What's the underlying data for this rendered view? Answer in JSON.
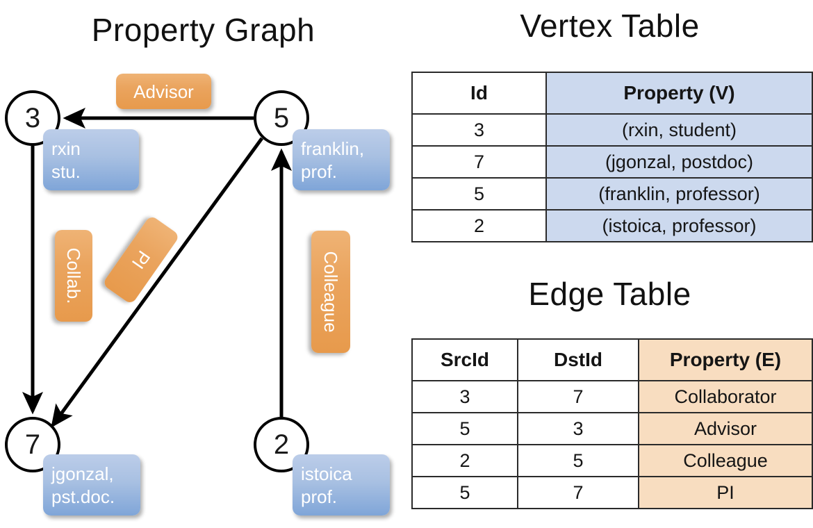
{
  "graph": {
    "title": "Property Graph",
    "nodes": [
      {
        "id": "3",
        "name": "node-3",
        "property_lines": [
          "rxin",
          "stu."
        ]
      },
      {
        "id": "5",
        "name": "node-5",
        "property_lines": [
          "franklin,",
          "prof."
        ]
      },
      {
        "id": "7",
        "name": "node-7",
        "property_lines": [
          "jgonzal,",
          "pst.doc."
        ]
      },
      {
        "id": "2",
        "name": "node-2",
        "property_lines": [
          "istoica",
          "prof."
        ]
      }
    ],
    "edge_labels": [
      {
        "name": "advisor",
        "label": "Advisor",
        "from": "5",
        "to": "3"
      },
      {
        "name": "collab",
        "label": "Collab.",
        "from": "3",
        "to": "7"
      },
      {
        "name": "pi",
        "label": "PI",
        "from": "5",
        "to": "7"
      },
      {
        "name": "colleague",
        "label": "Colleague",
        "from": "2",
        "to": "5"
      }
    ],
    "colors": {
      "node_stroke": "#000000",
      "node_fill": "#ffffff",
      "property_box_top": "#bccde9",
      "property_box_bottom": "#7fa5d8",
      "edge_badge_top": "#efb375",
      "edge_badge_bottom": "#e79a4c",
      "edge_line": "#000000"
    }
  },
  "vertex_table": {
    "title": "Vertex Table",
    "headers": [
      "Id",
      "Property (V)"
    ],
    "rows": [
      {
        "id": "3",
        "property": "(rxin, student)"
      },
      {
        "id": "7",
        "property": "(jgonzal, postdoc)"
      },
      {
        "id": "5",
        "property": "(franklin, professor)"
      },
      {
        "id": "2",
        "property": "(istoica, professor)"
      }
    ],
    "property_column_color": "#ccd9ee"
  },
  "edge_table": {
    "title": "Edge Table",
    "headers": [
      "SrcId",
      "DstId",
      "Property (E)"
    ],
    "rows": [
      {
        "src": "3",
        "dst": "7",
        "property": "Collaborator"
      },
      {
        "src": "5",
        "dst": "3",
        "property": "Advisor"
      },
      {
        "src": "2",
        "dst": "5",
        "property": "Colleague"
      },
      {
        "src": "5",
        "dst": "7",
        "property": "PI"
      }
    ],
    "property_column_color": "#f8ddc0"
  }
}
